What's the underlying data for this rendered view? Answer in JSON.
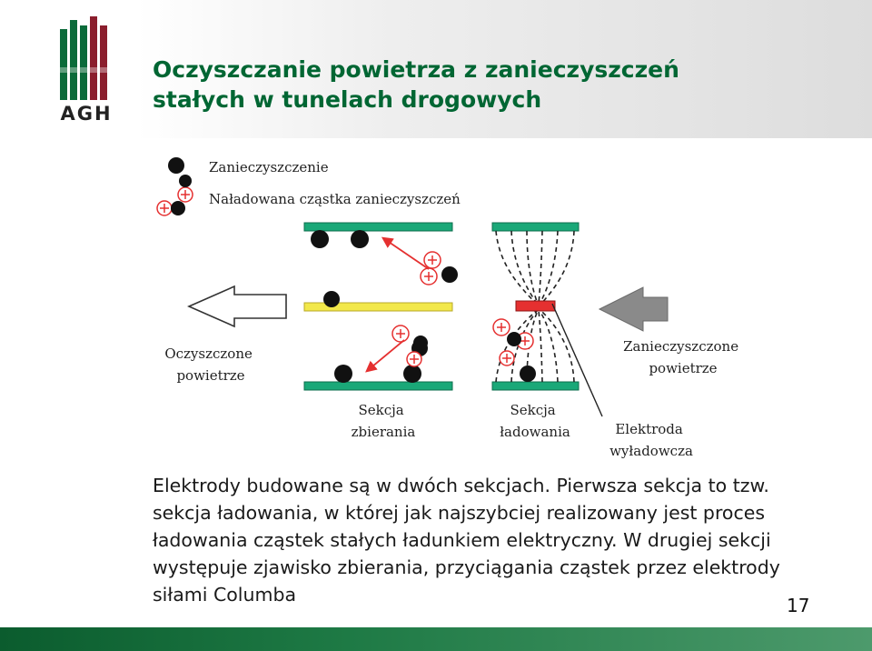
{
  "slide": {
    "title_lines": [
      "Oczyszczanie powietrza z zanieczyszczeń",
      "stałych w tunelach drogowych"
    ],
    "body_text": "Elektrody budowane są w dwóch sekcjach. Pierwsza sekcja to tzw. sekcja ładowania, w której jak najszybciej realizowany jest proces ładowania cząstek stałych ładunkiem elektryczny. W drugiej sekcji występuje zjawisko zbierania, przyciągania cząstek przez elektrody siłami Columba",
    "page_number": "17",
    "logo_text": "AGH"
  },
  "diagram": {
    "legend": {
      "pollutant": "Zanieczyszczenie",
      "charged_particle": "Naładowana cząstka zanieczyszczeń"
    },
    "labels": {
      "clean_air": [
        "Oczyszczone",
        "powietrze"
      ],
      "polluted_air": [
        "Zanieczyszczone",
        "powietrze"
      ],
      "collecting_section": [
        "Sekcja",
        "zbierania"
      ],
      "charging_section": [
        "Sekcja",
        "ładowania"
      ],
      "discharge_electrode": [
        "Elektroda",
        "wyładowcza"
      ]
    }
  },
  "colors": {
    "title": "#006633",
    "plate_green": "#1aa878",
    "plate_yellow": "#f2e84a",
    "electrode_red": "#e53030",
    "charge_red": "#e53030",
    "arrow_gray": "#8a8a8a"
  }
}
